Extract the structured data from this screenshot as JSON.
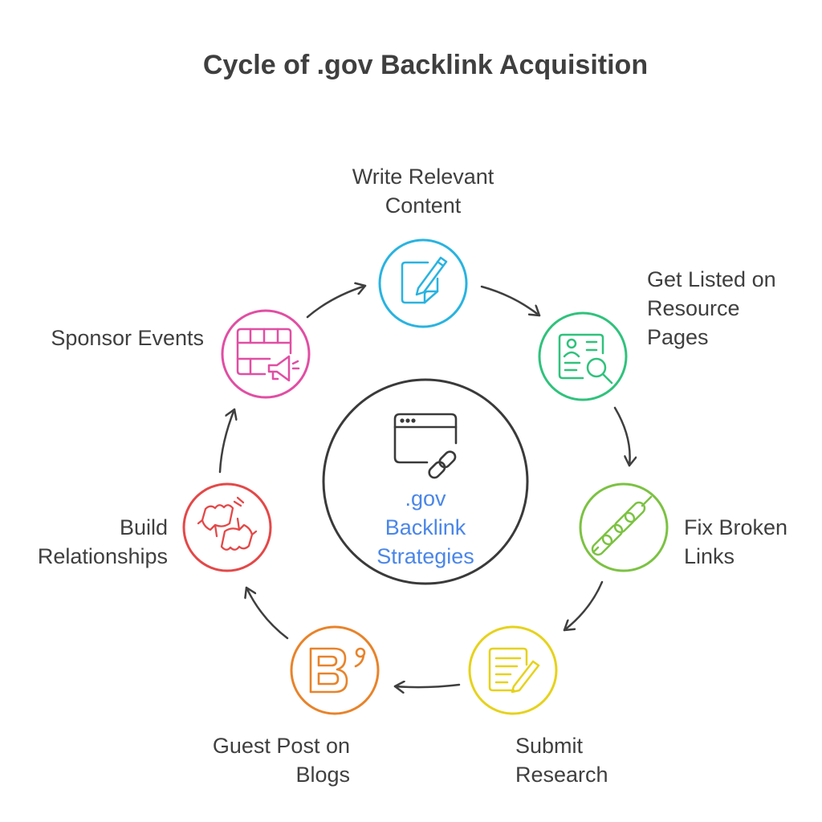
{
  "title": "Cycle of .gov Backlink Acquisition",
  "center": {
    "lines": [
      ".gov",
      "Backlink",
      "Strategies"
    ],
    "text_color": "#4a86e8",
    "ring_color": "#3a3a3a"
  },
  "nodes": [
    {
      "id": "write-relevant-content",
      "lines": [
        "Write Relevant",
        "Content"
      ],
      "color": "#29b3e0",
      "icon": "pen-document-icon"
    },
    {
      "id": "get-listed-on-resource-pages",
      "lines": [
        "Get Listed on",
        "Resource",
        "Pages"
      ],
      "color": "#2fc27c",
      "icon": "profile-search-icon"
    },
    {
      "id": "fix-broken-links",
      "lines": [
        "Fix Broken",
        "Links"
      ],
      "color": "#7cc242",
      "icon": "broken-chain-icon"
    },
    {
      "id": "submit-research",
      "lines": [
        "Submit",
        "Research"
      ],
      "color": "#e6d21c",
      "icon": "document-edit-icon"
    },
    {
      "id": "guest-post-on-blogs",
      "lines": [
        "Guest Post on",
        "Blogs"
      ],
      "color": "#e8832a",
      "icon": "blogger-icon"
    },
    {
      "id": "build-relationships",
      "lines": [
        "Build",
        "Relationships"
      ],
      "color": "#e44848",
      "icon": "fist-bump-icon"
    },
    {
      "id": "sponsor-events",
      "lines": [
        "Sponsor Events"
      ],
      "color": "#e14ea3",
      "icon": "calendar-megaphone-icon"
    }
  ],
  "arrow_color": "#3f3f3f",
  "text_color": "#3f3f3f"
}
